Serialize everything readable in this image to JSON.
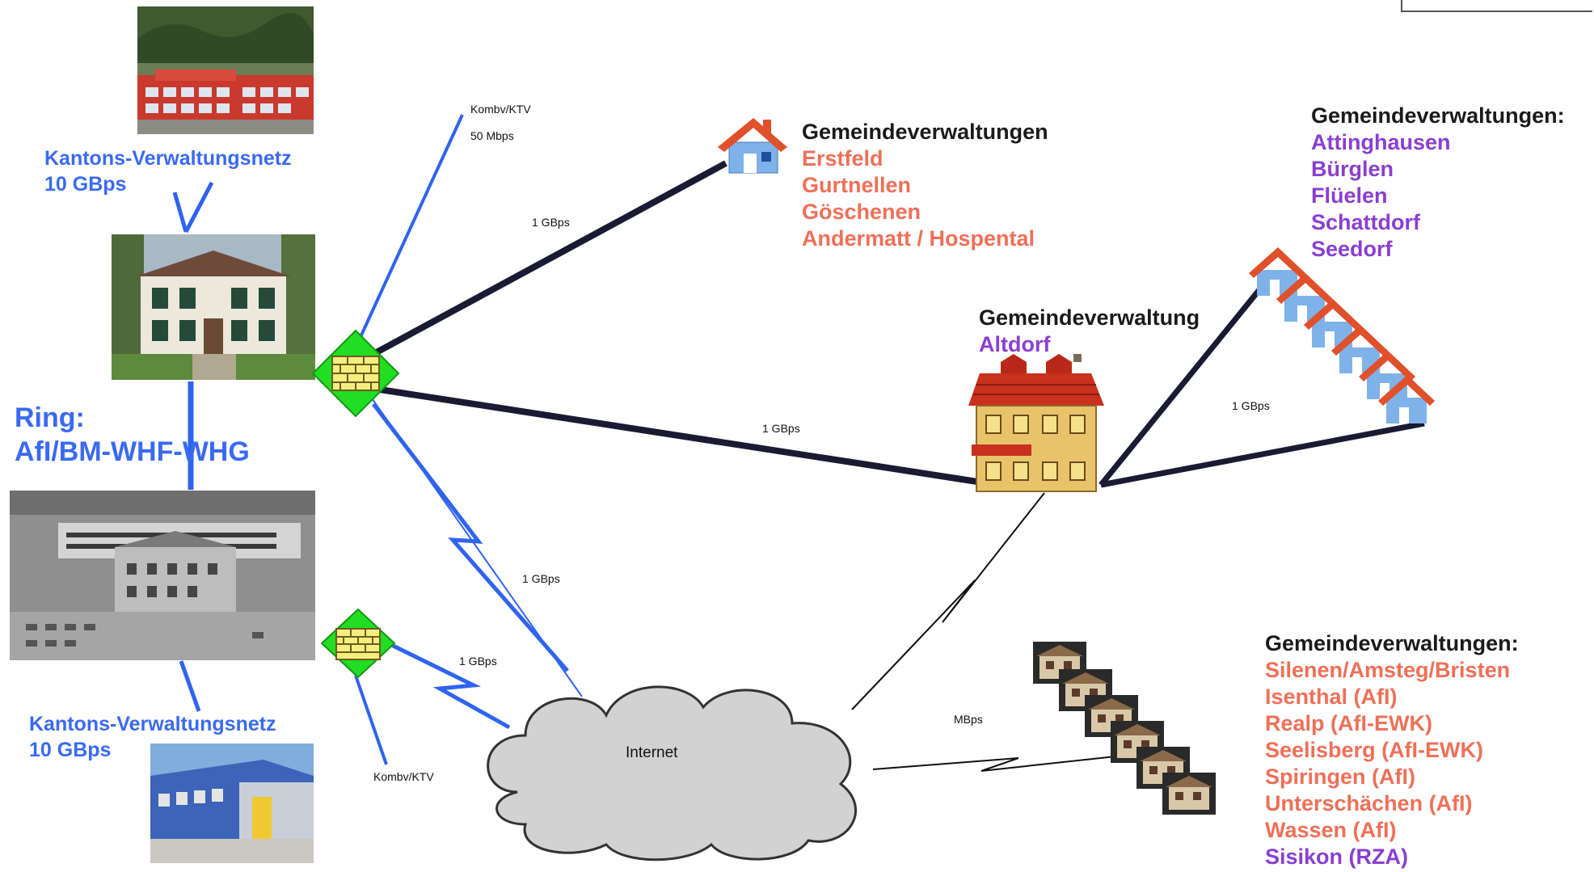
{
  "labels": {
    "kombv_top": "Kombv/KTV",
    "mbps50": "50 Mbps",
    "gbps_erstfeld": "1 GBps",
    "gbps_altdorf": "1 GBps",
    "gbps_right": "1 GBps",
    "gbps_mid": "1 GBps",
    "gbps_low": "1 GBps",
    "mbps": "MBps",
    "kombv_bottom": "Kombv/KTV",
    "internet": "Internet"
  },
  "network_top": {
    "line1": "Kantons-Verwaltungsnetz",
    "line2": "10 GBps"
  },
  "network_bottom": {
    "line1": "Kantons-Verwaltungsnetz",
    "line2": "10 GBps"
  },
  "ring": {
    "line1": "Ring:",
    "line2": "AfI/BM-WHF-WHG"
  },
  "group_north": {
    "heading": "Gemeindeverwaltungen",
    "items": [
      "Erstfeld",
      "Gurtnellen",
      "Göschenen",
      "Andermatt / Hospental"
    ]
  },
  "group_altdorf": {
    "heading": "Gemeindeverwaltung",
    "item": "Altdorf"
  },
  "group_east": {
    "heading": "Gemeindeverwaltungen:",
    "items": [
      "Attinghausen",
      "Bürglen",
      "Flüelen",
      "Schattdorf",
      "Seedorf"
    ]
  },
  "group_south": {
    "heading": "Gemeindeverwaltungen:",
    "items": [
      "Silenen/Amsteg/Bristen",
      "Isenthal (AfI)",
      "Realp (AfI-EWK)",
      "Seelisberg (AfI-EWK)",
      "Spiringen (AfI)",
      "Unterschächen (AfI)",
      "Wassen (AfI)"
    ],
    "last_item": "Sisikon (RZA)"
  },
  "colors": {
    "link_blue": "#2f64f0",
    "link_dark": "#1a1a33",
    "text_orange": "#ee7058",
    "text_purple": "#8a3fd0",
    "firewall_green": "#22dd22",
    "firewall_brick": "#f4ef7c",
    "house_roof": "#e0502a",
    "house_wall": "#7fb2e8",
    "cloud": "#d2d2d2"
  },
  "icons": [
    "photo-building-goeschenen",
    "photo-villa",
    "photo-office-complex",
    "photo-school",
    "firewall-icon",
    "house-icon",
    "townhall-icon",
    "chalet-icon",
    "internet-cloud",
    "lightning-link"
  ]
}
